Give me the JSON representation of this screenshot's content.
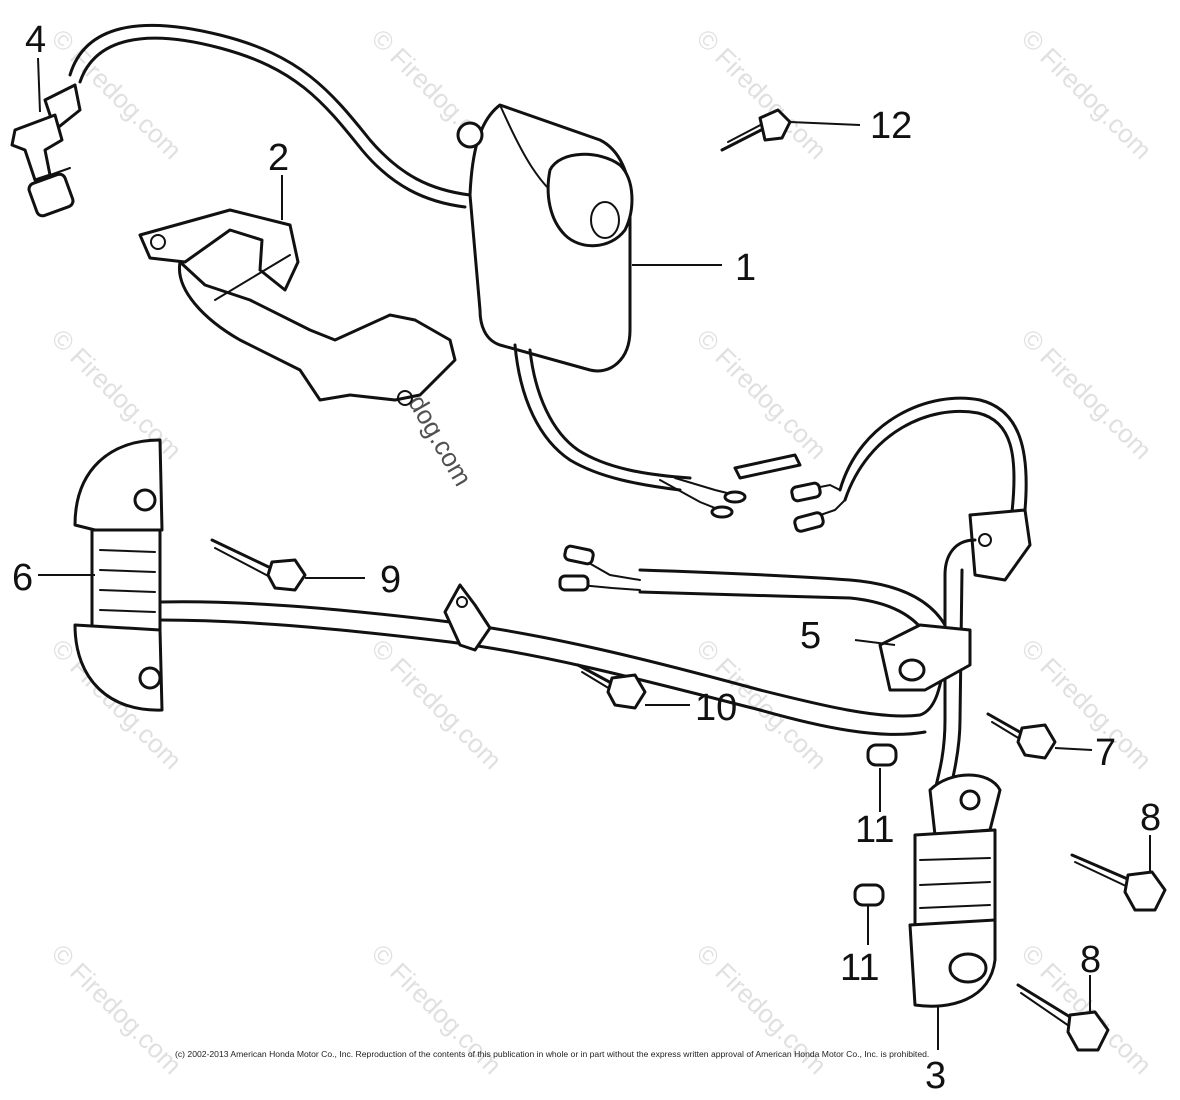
{
  "watermark": "© Firedog.com",
  "copyright": "(c) 2002-2013 American Honda Motor Co., Inc. Reproduction of the contents of this publication in whole or in part without the express written approval of American Honda Motor Co., Inc. is prohibited.",
  "callouts": {
    "p1": "1",
    "p2": "2",
    "p3": "3",
    "p4": "4",
    "p5": "5",
    "p6": "6",
    "p7": "7",
    "p8a": "8",
    "p8b": "8",
    "p9": "9",
    "p10": "10",
    "p11a": "11",
    "p11b": "11",
    "p12": "12"
  }
}
